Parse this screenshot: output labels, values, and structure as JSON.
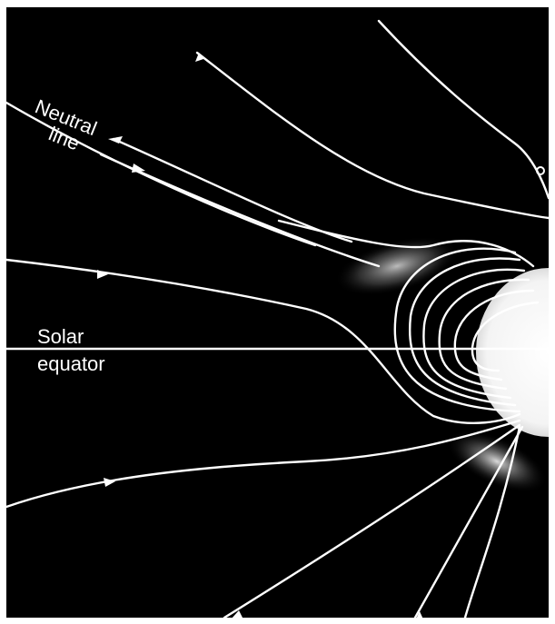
{
  "labels": {
    "neutral_line_1": "Neutral",
    "neutral_line_2": "line",
    "solar_equator_1": "Solar",
    "solar_equator_2": "equator"
  },
  "colors": {
    "background": "#000000",
    "field_lines": "#ffffff",
    "sun": "#ffffff",
    "streamer_glow": "#cfcfcf"
  }
}
